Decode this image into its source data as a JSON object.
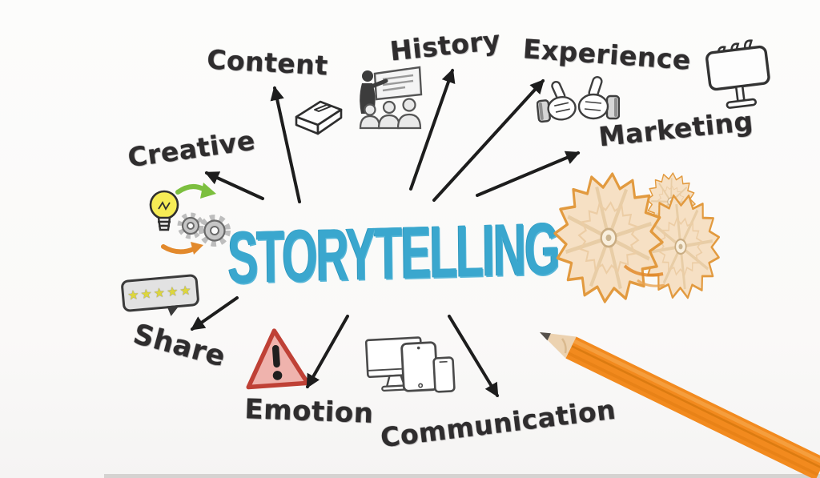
{
  "diagram": {
    "center_label": "STORYTELLING",
    "accent_color": "#3aa7ce",
    "label_color": "#2f2d2e",
    "rating_stars": "★★★★★",
    "nodes": [
      {
        "id": "content",
        "label": "Content"
      },
      {
        "id": "history",
        "label": "History"
      },
      {
        "id": "experience",
        "label": "Experience"
      },
      {
        "id": "marketing",
        "label": "Marketing"
      },
      {
        "id": "creative",
        "label": "Creative"
      },
      {
        "id": "share",
        "label": "Share"
      },
      {
        "id": "emotion",
        "label": "Emotion"
      },
      {
        "id": "communication",
        "label": "Communication"
      }
    ],
    "icons": [
      {
        "name": "book-icon",
        "near": "Content"
      },
      {
        "name": "presentation-icon",
        "near": "History"
      },
      {
        "name": "thumbs-up-icon",
        "near": "Experience"
      },
      {
        "name": "billboard-icon",
        "near": "Marketing"
      },
      {
        "name": "idea-gears-icon",
        "near": "Creative"
      },
      {
        "name": "rating-bubble-icon",
        "near": "Share"
      },
      {
        "name": "warning-triangle-icon",
        "near": "Emotion"
      },
      {
        "name": "devices-icon",
        "near": "Communication"
      }
    ],
    "colors": {
      "arrow": "#1d1d1d",
      "pencil_orange": "#f28a1e",
      "shavings_fill": "#f6e0c4",
      "shavings_edge": "#e29a3f",
      "bulb_yellow": "#f6ec55",
      "gear_gray": "#c2c2c2",
      "warning_red": "#bf4136",
      "star_yellow": "#ddd63c"
    }
  }
}
